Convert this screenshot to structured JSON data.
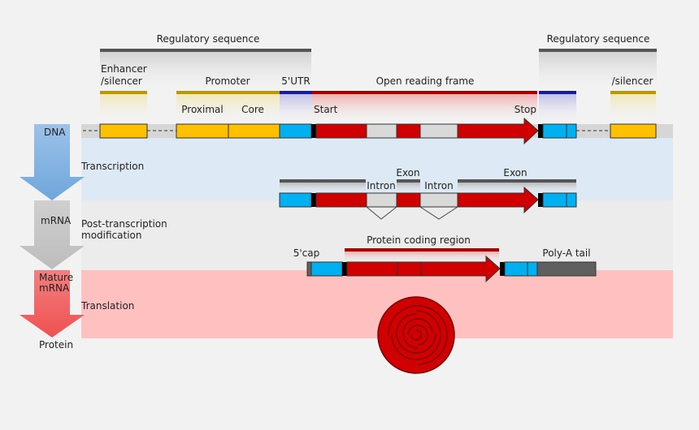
{
  "title_left": "Regulatory sequence",
  "title_right": "Regulatory sequence",
  "labels": {
    "enhancer_line1": "Enhancer",
    "enhancer_line2": "/silencer",
    "promoter": "Promoter",
    "utr5": "5'UTR",
    "orf": "Open reading frame",
    "silencer_right": "/silencer",
    "proximal": "Proximal",
    "core": "Core",
    "start": "Start",
    "stop": "Stop",
    "intron1": "Intron",
    "exon_mid": "Exon",
    "intron2": "Intron",
    "exon_right": "Exon",
    "cap": "5'cap",
    "protein_coding": "Protein coding region",
    "polya": "Poly-A tail"
  },
  "stages": {
    "dna": "DNA",
    "transcription": "Transcription",
    "mrna": "mRNA",
    "post1": "Post-transcription",
    "post2": "modification",
    "mature1": "Mature",
    "mature2": "mRNA",
    "translation": "Translation",
    "protein": "Protein"
  },
  "colors": {
    "background": "#f2f2f2",
    "band_transcription": "#dde9f5",
    "band_post": "#ececec",
    "band_translation": "#ffc0c0",
    "enhancer": "#ffc000",
    "utr": "#00b0f0",
    "exon": "#d00000",
    "intron": "#d9d9d9",
    "polya": "#5f5f5f",
    "regulatory_bar": "#555555",
    "enhancer_bar": "#b89a00",
    "utr_bar": "#1a1a9a",
    "orf_bar": "#a00000"
  }
}
